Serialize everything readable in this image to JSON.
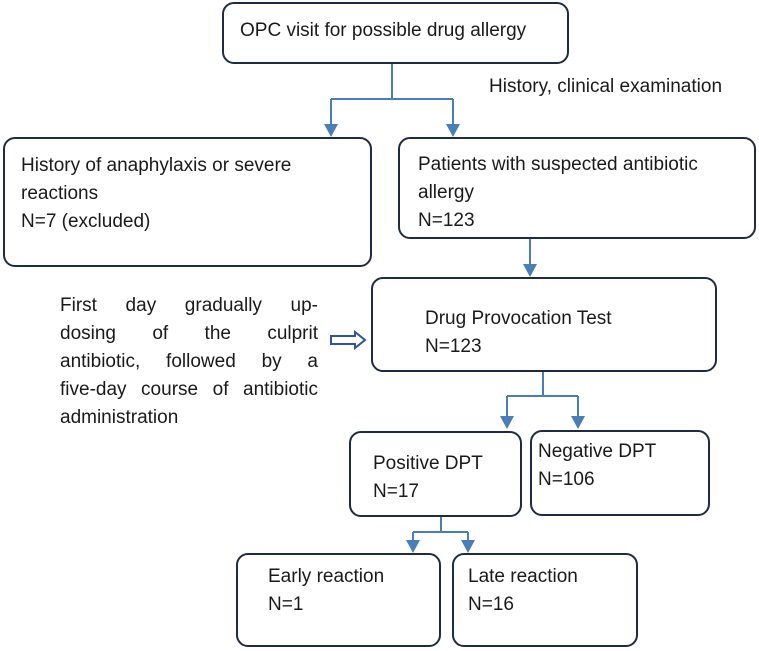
{
  "nodes": {
    "opc_visit": {
      "text": "OPC visit for possible drug allergy"
    },
    "history_note": {
      "text": "History, clinical examination"
    },
    "excluded": {
      "line1": "History of anaphylaxis or severe",
      "line2": "reactions",
      "line3": "N=7 (excluded)"
    },
    "suspected": {
      "line1": "Patients with suspected antibiotic",
      "line2": "allergy",
      "line3": "N=123"
    },
    "dpt_note": {
      "lines": [
        "First day gradually up-",
        "dosing of the culprit",
        "antibiotic, followed by a",
        "five-day course of antibiotic",
        "administration"
      ]
    },
    "dpt": {
      "line1": "Drug Provocation Test",
      "line2": "N=123"
    },
    "positive": {
      "line1": "Positive DPT",
      "line2": "N=17"
    },
    "negative": {
      "line1": "Negative DPT",
      "line2": "N=106"
    },
    "early": {
      "line1": "Early reaction",
      "line2": "N=1"
    },
    "late": {
      "line1": "Late reaction",
      "line2": "N=16"
    }
  },
  "colors": {
    "box_border": "#1f2a44",
    "arrow": "#4a7ebb",
    "side_arrow_fill": "#2f5597",
    "text": "#1a1a1a"
  }
}
